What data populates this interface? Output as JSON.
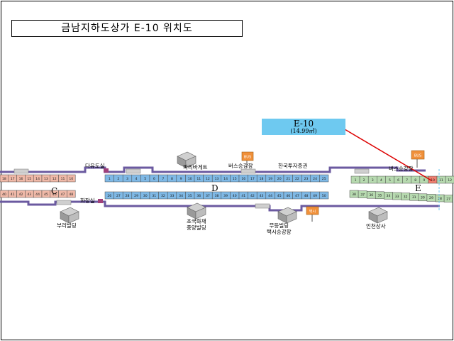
{
  "title": "금남지하도상가 E-10 위치도",
  "callout": {
    "code": "E-10",
    "size": "(14.99㎡)"
  },
  "zones": {
    "c": "C",
    "d": "D",
    "e": "E"
  },
  "colors": {
    "d_stalls": "#7fb9e6",
    "c_stalls": "#f0b9a8",
    "e_stalls": "#b7dab0",
    "target_stall": "#f08070",
    "corridor": "#6b5aa0",
    "callout_bg": "#6ec9f0",
    "pointer": "#dd0000"
  },
  "c_stalls": {
    "top": [
      "18",
      "17",
      "16",
      "15",
      "14",
      "13",
      "12",
      "11",
      "10"
    ],
    "bottom": [
      "40",
      "41",
      "42",
      "43",
      "44",
      "45",
      "46",
      "47",
      "48"
    ]
  },
  "d_stalls": {
    "top": [
      "1",
      "2",
      "3",
      "4",
      "5",
      "6",
      "7",
      "8",
      "9",
      "10",
      "11",
      "12",
      "13",
      "14",
      "15",
      "16",
      "17",
      "18",
      "19",
      "20",
      "21",
      "22",
      "23",
      "24",
      "25"
    ],
    "bottom": [
      "26",
      "27",
      "28",
      "29",
      "30",
      "31",
      "32",
      "33",
      "34",
      "35",
      "36",
      "37",
      "38",
      "39",
      "40",
      "41",
      "42",
      "43",
      "44",
      "45",
      "46",
      "47",
      "48",
      "49",
      "50"
    ]
  },
  "e_stalls": {
    "top": [
      "1",
      "2",
      "3",
      "4",
      "5",
      "6",
      "7",
      "8",
      "9",
      "10",
      "11",
      "12"
    ],
    "bottom": [
      "38",
      "37",
      "36",
      "35",
      "34",
      "33",
      "32",
      "31",
      "30",
      "29",
      "28",
      "27"
    ],
    "target": "10"
  },
  "landmarks": {
    "daeyu": "다유도실",
    "hwajang": "화장실",
    "paris": "파리바게트",
    "bus_d": "버스승강장",
    "hanguk": "한국투자증권",
    "bus_e": "버스승강장",
    "buril": "부리빌딩",
    "seoguk": "초국화재\n중앙빌딩",
    "mudeung": "무등빌딩\n택시승강장",
    "inchon": "인천상사"
  },
  "bus_signs": [
    "BUS",
    "BUS",
    "택시"
  ],
  "exit_icon": "building-exit-icon"
}
